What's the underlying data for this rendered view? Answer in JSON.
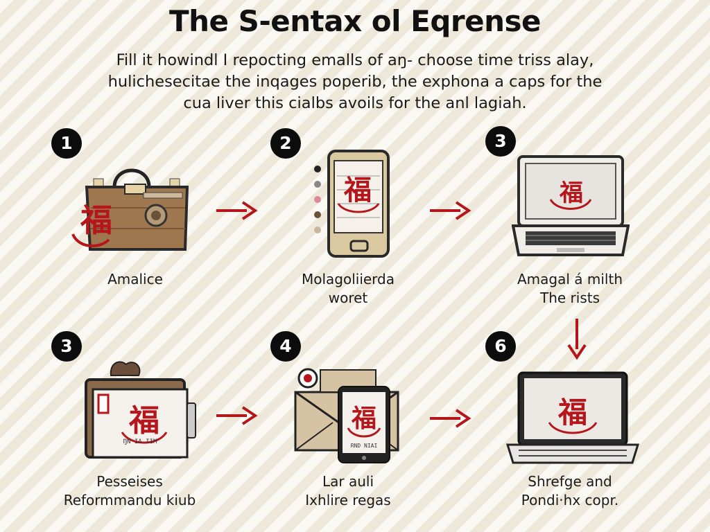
{
  "title": "The S-entax ol Eqrense",
  "subtitle": [
    "Fill it howindl I repocting emalls of aŋ- choose time triss alay,",
    "hulichesecitae the inqages poperib, the exphona a caps for the",
    "cua liver this cialbs avoils for the anl lagiah."
  ],
  "steps": [
    {
      "badge": "1",
      "lines": [
        "Amalice"
      ],
      "icon": "bag-icon"
    },
    {
      "badge": "2",
      "lines": [
        "Molagoliierda",
        "woret"
      ],
      "icon": "phone-icon"
    },
    {
      "badge": "3",
      "lines": [
        "Amagal á milth",
        "The rists"
      ],
      "icon": "laptop-icon"
    },
    {
      "badge": "3",
      "lines": [
        "Pesseises",
        "Reformmandu kiub"
      ],
      "icon": "card-wallet-icon"
    },
    {
      "badge": "4",
      "lines": [
        "Lar auli",
        "Ixhlire regas"
      ],
      "icon": "envelope-tablet-icon"
    },
    {
      "badge": "6",
      "lines": [
        "Shrefge and",
        "Pondi·hx copr."
      ],
      "icon": "laptop-icon"
    }
  ],
  "logo_glyph": "福",
  "card_small_text": "ŊN IA  IIM",
  "tablet_small_text": "RND NIAI",
  "colors": {
    "accent_red": "#b5161b",
    "badge": "#0c0c0c",
    "background": "#f3efe4"
  }
}
